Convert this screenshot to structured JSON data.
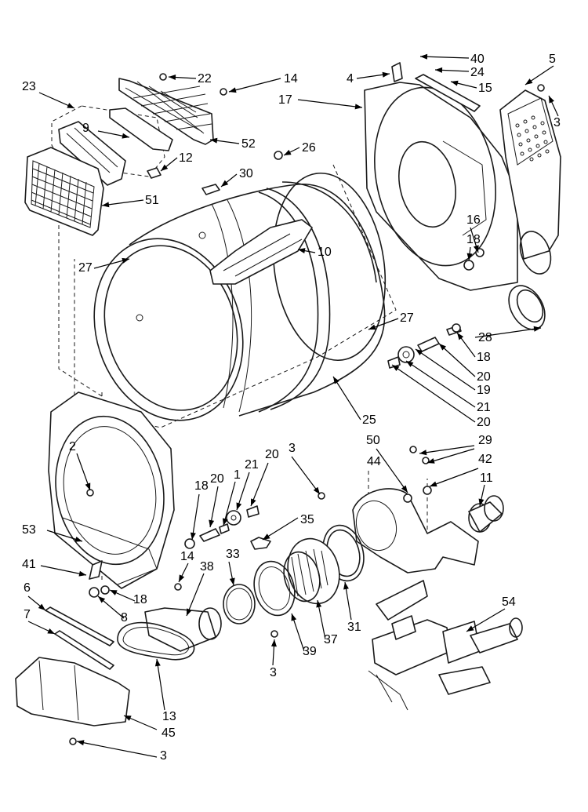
{
  "callouts": [
    {
      "id": "c40",
      "text": "40"
    },
    {
      "id": "c5",
      "text": "5"
    },
    {
      "id": "c24",
      "text": "24"
    },
    {
      "id": "c4",
      "text": "4"
    },
    {
      "id": "c15",
      "text": "15"
    },
    {
      "id": "c17",
      "text": "17"
    },
    {
      "id": "c3a",
      "text": "3"
    },
    {
      "id": "c22",
      "text": "22"
    },
    {
      "id": "c14a",
      "text": "14"
    },
    {
      "id": "c23",
      "text": "23"
    },
    {
      "id": "c9",
      "text": "9"
    },
    {
      "id": "c52",
      "text": "52"
    },
    {
      "id": "c12",
      "text": "12"
    },
    {
      "id": "c26",
      "text": "26"
    },
    {
      "id": "c30",
      "text": "30"
    },
    {
      "id": "c51",
      "text": "51"
    },
    {
      "id": "c16",
      "text": "16"
    },
    {
      "id": "c18a",
      "text": "18"
    },
    {
      "id": "c10",
      "text": "10"
    },
    {
      "id": "c27a",
      "text": "27"
    },
    {
      "id": "c27b",
      "text": "27"
    },
    {
      "id": "c28",
      "text": "28"
    },
    {
      "id": "c18b",
      "text": "18"
    },
    {
      "id": "c20a",
      "text": "20"
    },
    {
      "id": "c19",
      "text": "19"
    },
    {
      "id": "c21a",
      "text": "21"
    },
    {
      "id": "c20b",
      "text": "20"
    },
    {
      "id": "c25",
      "text": "25"
    },
    {
      "id": "c50",
      "text": "50"
    },
    {
      "id": "c29",
      "text": "29"
    },
    {
      "id": "c3b",
      "text": "3"
    },
    {
      "id": "c44",
      "text": "44"
    },
    {
      "id": "c42",
      "text": "42"
    },
    {
      "id": "c11",
      "text": "11"
    },
    {
      "id": "c2",
      "text": "2"
    },
    {
      "id": "c20c",
      "text": "20"
    },
    {
      "id": "c21b",
      "text": "21"
    },
    {
      "id": "c1",
      "text": "1"
    },
    {
      "id": "c18c",
      "text": "18"
    },
    {
      "id": "c20d",
      "text": "20"
    },
    {
      "id": "c35",
      "text": "35"
    },
    {
      "id": "c53",
      "text": "53"
    },
    {
      "id": "c14b",
      "text": "14"
    },
    {
      "id": "c38",
      "text": "38"
    },
    {
      "id": "c33",
      "text": "33"
    },
    {
      "id": "c41",
      "text": "41"
    },
    {
      "id": "c6",
      "text": "6"
    },
    {
      "id": "c18d",
      "text": "18"
    },
    {
      "id": "c8",
      "text": "8"
    },
    {
      "id": "c7",
      "text": "7"
    },
    {
      "id": "c54",
      "text": "54"
    },
    {
      "id": "c31",
      "text": "31"
    },
    {
      "id": "c37",
      "text": "37"
    },
    {
      "id": "c39",
      "text": "39"
    },
    {
      "id": "c3c",
      "text": "3"
    },
    {
      "id": "c13",
      "text": "13"
    },
    {
      "id": "c45",
      "text": "45"
    },
    {
      "id": "c3d",
      "text": "3"
    }
  ]
}
